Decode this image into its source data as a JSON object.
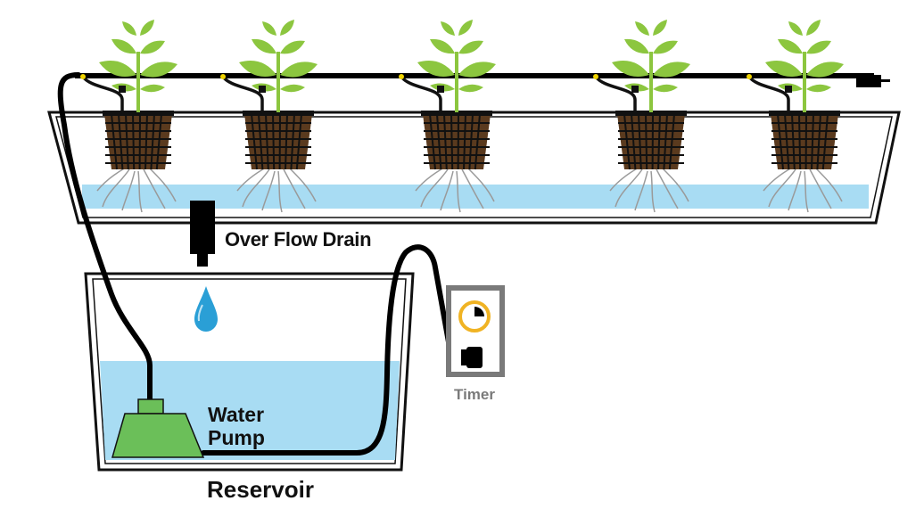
{
  "labels": {
    "overflow_drain": "Over Flow Drain",
    "water_pump_line1": "Water",
    "water_pump_line2": "Pump",
    "reservoir": "Reservoir",
    "timer": "Timer"
  },
  "plant_count": 5,
  "colors": {
    "water": "#a8dcf3",
    "leaf": "#8cc63f",
    "pump": "#6bbf59",
    "tubing": "#000000",
    "timer_ring": "#f0b323",
    "timer_frame": "#7a7a7a",
    "droplet": "#2a9fd6"
  },
  "icons": {
    "droplet": "water-droplet-icon",
    "timer": "clock-icon",
    "plug": "plug-icon"
  }
}
